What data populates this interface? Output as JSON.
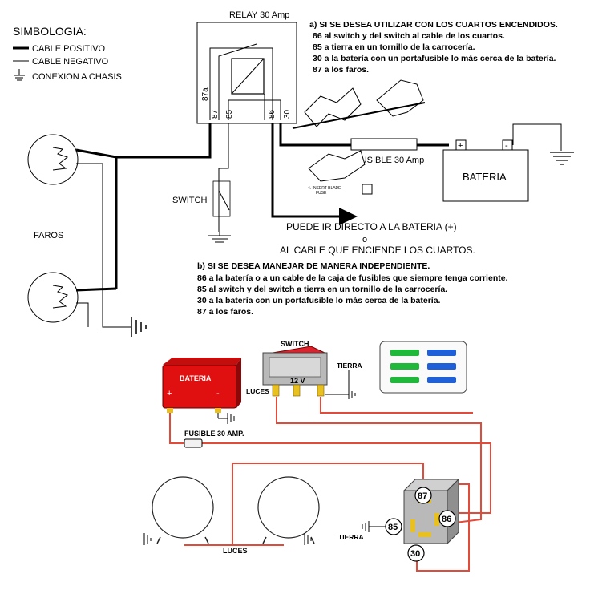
{
  "legend": {
    "title": "SIMBOLOGIA:",
    "positive": "CABLE POSITIVO",
    "negative": "CABLE NEGATIVO",
    "ground": "CONEXION A CHASIS"
  },
  "relay": {
    "title": "RELAY 30 Amp",
    "pins": [
      "87a",
      "87",
      "85",
      "86",
      "30"
    ]
  },
  "labels": {
    "faros": "FAROS",
    "switch": "SWITCH",
    "fusible": "FUSIBLE 30 Amp",
    "bateria": "BATERIA",
    "insert_blade_1": "4. INSERT BLADE",
    "insert_blade_2": "FUSE",
    "direct_line1": "PUEDE IR DIRECTO A LA BATERIA (+)",
    "direct_line2": "o",
    "direct_line3": "AL CABLE QUE ENCIENDE LOS CUARTOS."
  },
  "section_a": {
    "title": "a) SI SE DESEA UTILIZAR CON LOS CUARTOS ENCENDIDOS.",
    "lines": [
      "86 al switch y del switch al cable de los cuartos.",
      "85 a tierra en un tornillo de la carrocería.",
      "30 a la batería con un portafusible lo más cerca de la batería.",
      "87 a los faros."
    ]
  },
  "section_b": {
    "title": "b) SI SE DESEA MANEJAR DE MANERA INDEPENDIENTE.",
    "lines": [
      "86 a la batería o a un cable de la caja de fusibles que siempre tenga corriente.",
      "85 al switch y del switch a tierra en un tornillo de la carrocería.",
      "30 a la batería con un portafusible lo más cerca de la batería.",
      "87 a los faros."
    ]
  },
  "diagram2": {
    "bateria": "BATERIA",
    "plus": "+",
    "minus": "-",
    "switch": "SWITCH",
    "v12": "12 V",
    "tierra_top": "TIERRA",
    "luces_top": "LUCES",
    "fusible": "FUSIBLE 30 AMP.",
    "luces_bottom": "LUCES",
    "tierra_relay": "TIERRA",
    "pin87": "87",
    "pin86": "86",
    "pin85": "85",
    "pin30": "30"
  },
  "colors": {
    "battery_red": "#e01010",
    "wire_red": "#e24a3a",
    "switch_red": "#e0202a",
    "panel_green": "#1fb83a",
    "panel_blue": "#1f5fd8",
    "relay_gray": "#b9b9b9",
    "terminal_yellow": "#e8c020"
  }
}
